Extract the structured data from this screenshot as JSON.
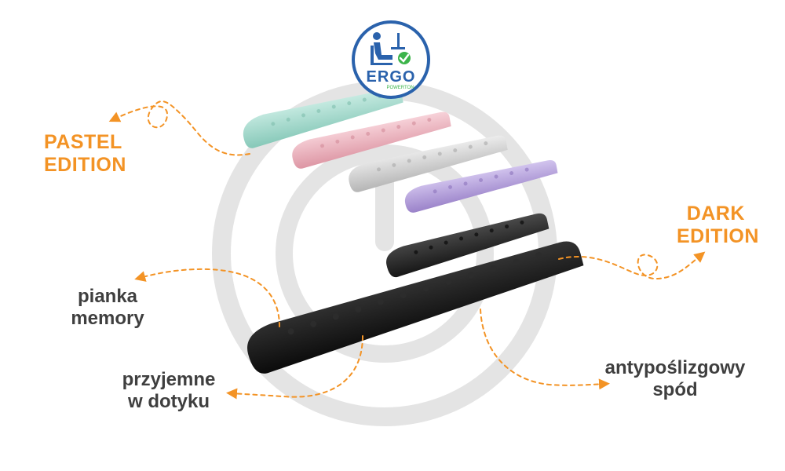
{
  "logo": {
    "brand": "ERGO",
    "sub": "POWERTON"
  },
  "labels": {
    "pastel": [
      "PASTEL",
      "EDITION"
    ],
    "dark": [
      "DARK",
      "EDITION"
    ],
    "memory": [
      "pianka",
      "memory"
    ],
    "touch": [
      "przyjemne",
      "w dotyku"
    ],
    "antislip": [
      "antypoślizgowy",
      "spód"
    ]
  },
  "colors": {
    "accent": "#f39325",
    "text": "#3f3f3f",
    "watermark": "#e2e2e2",
    "logo_blue": "#2a62ac",
    "logo_green": "#3cb44a",
    "pad_mint": "#a7dccf",
    "pad_pink": "#f0b9c3",
    "pad_gray": "#d4d4d4",
    "pad_purple": "#b9a5df",
    "pad_black": "#262626"
  },
  "pads": [
    {
      "name": "mint",
      "color": "#a7dccf"
    },
    {
      "name": "pink",
      "color": "#f0b9c3"
    },
    {
      "name": "light-gray",
      "color": "#d4d4d4"
    },
    {
      "name": "lavender",
      "color": "#b9a5df"
    },
    {
      "name": "black-small",
      "color": "#262626"
    },
    {
      "name": "black-large",
      "color": "#151515"
    }
  ]
}
